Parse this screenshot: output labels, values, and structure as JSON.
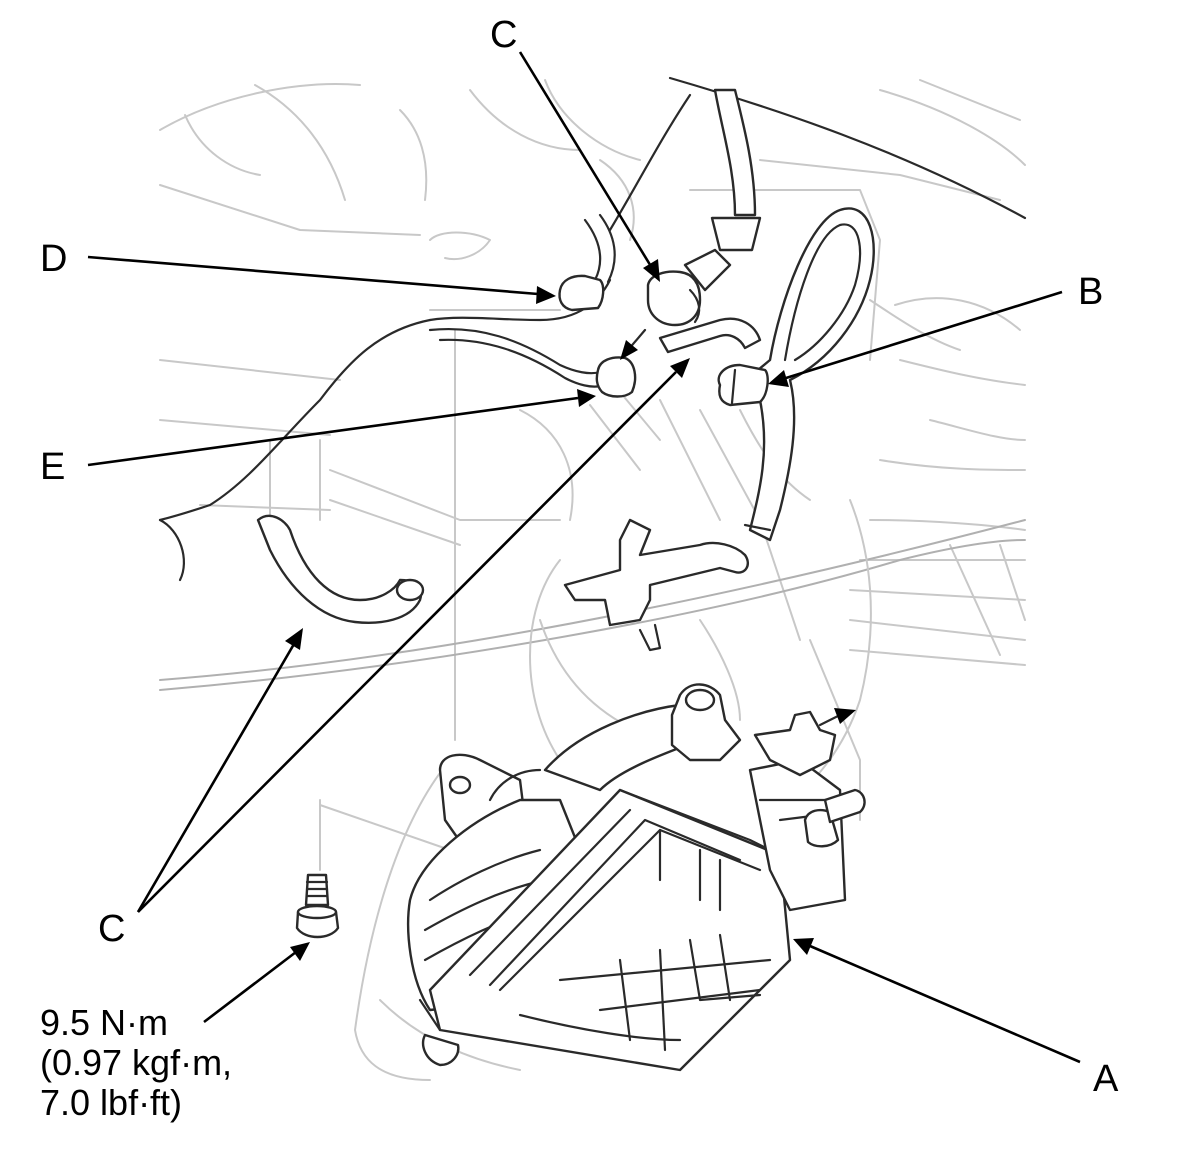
{
  "callouts": {
    "c_top": "C",
    "d": "D",
    "b": "B",
    "e": "E",
    "c_bottom": "C",
    "a": "A"
  },
  "torque": {
    "line1": "9.5 N·m",
    "line2": "(0.97 kgf·m,",
    "line3": "7.0 lbf·ft)"
  }
}
